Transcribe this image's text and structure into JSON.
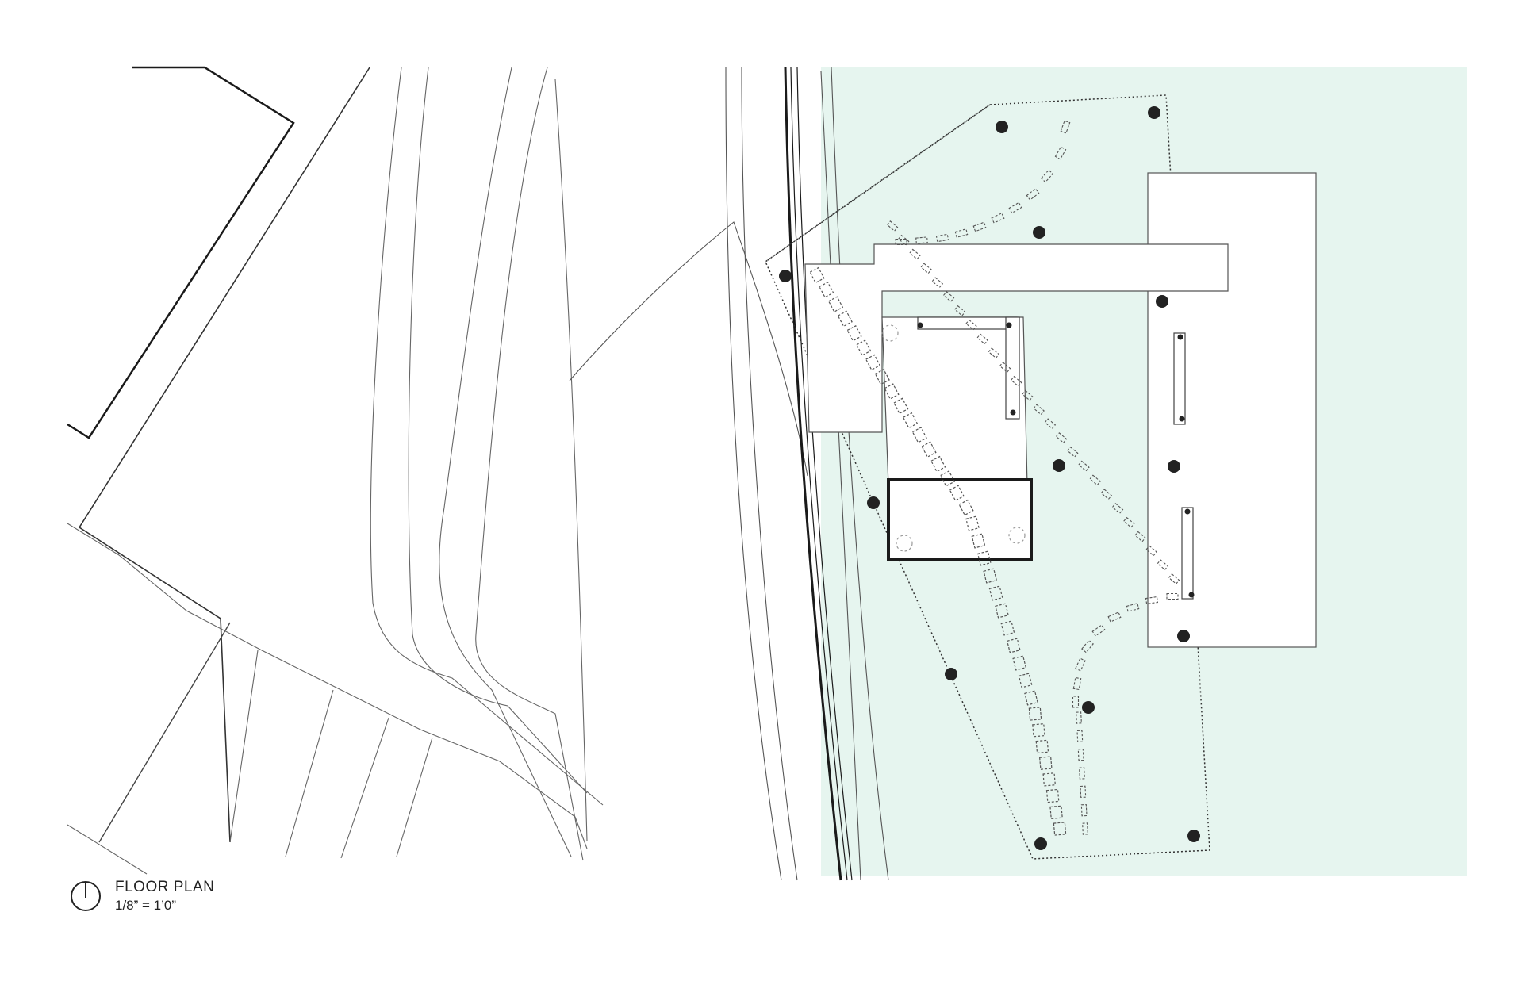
{
  "drawing": {
    "title": "FLOOR PLAN",
    "scale": "1/8” = 1’0”",
    "north_icon": "north-arrow-circle",
    "colors": {
      "site_fill": "#e6f5ef",
      "line": "#555555",
      "heavy_line": "#1a1a1a",
      "column": "#222222",
      "background": "#ffffff"
    }
  }
}
